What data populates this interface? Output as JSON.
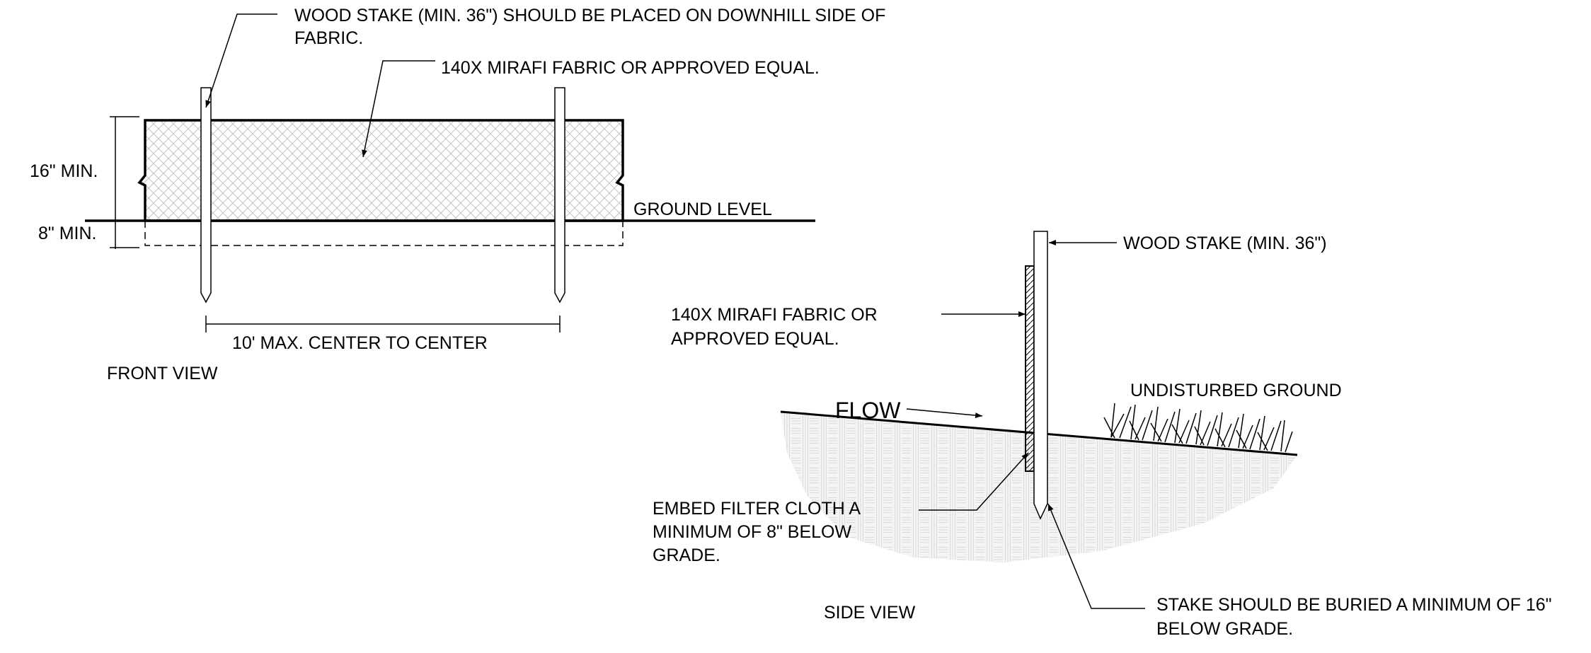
{
  "front_view": {
    "title": "FRONT VIEW",
    "stake_note_line1": "WOOD STAKE (MIN. 36\") SHOULD BE PLACED ON DOWNHILL SIDE OF",
    "stake_note_line2": "FABRIC.",
    "fabric_note": "140X MIRAFI FABRIC OR APPROVED EQUAL.",
    "dim_height": "16\" MIN.",
    "dim_embed": "8\" MIN.",
    "ground_label": "GROUND LEVEL",
    "spacing_label": "10' MAX. CENTER TO CENTER"
  },
  "side_view": {
    "title": "SIDE VIEW",
    "stake_label": "WOOD STAKE (MIN. 36\")",
    "fabric_line1": "140X MIRAFI FABRIC OR",
    "fabric_line2": "APPROVED EQUAL.",
    "undisturbed_label": "UNDISTURBED GROUND",
    "flow_label": "FLOW",
    "embed_line1": "EMBED FILTER CLOTH A",
    "embed_line2": "MINIMUM OF 8\" BELOW",
    "embed_line3": "GRADE.",
    "bury_line1": "STAKE SHOULD BE BURIED A MINIMUM OF 16\"",
    "bury_line2": "BELOW GRADE."
  }
}
